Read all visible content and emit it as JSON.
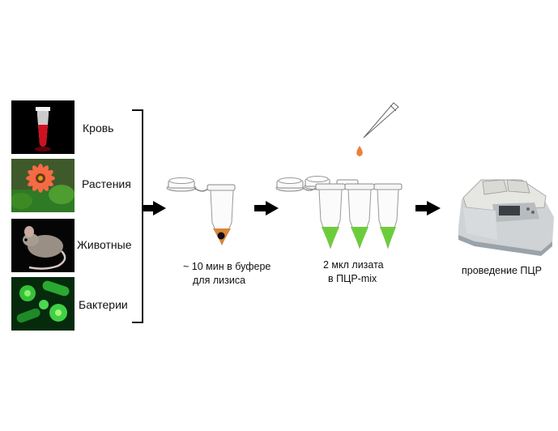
{
  "sources": [
    {
      "label": "Кровь",
      "icon": "blood-tube-photo"
    },
    {
      "label": "Растения",
      "icon": "flower-photo"
    },
    {
      "label": "Животные",
      "icon": "mouse-photo"
    },
    {
      "label": "Бактерии",
      "icon": "bacteria-photo"
    }
  ],
  "steps": {
    "lysis": {
      "line1": "~ 10 мин в буфере",
      "line2": "для лизиса"
    },
    "pcr_mix": {
      "line1": "2 мкл лизата",
      "line2": "в ПЦР-mix"
    },
    "pcr": {
      "line1": "проведение ПЦР"
    }
  },
  "colors": {
    "lysate_orange": "#d9873a",
    "pcr_mix_green": "#6dcc3c",
    "blood_red": "#d01020",
    "bacteria_green": "#34c23a",
    "arrow": "#000000"
  }
}
